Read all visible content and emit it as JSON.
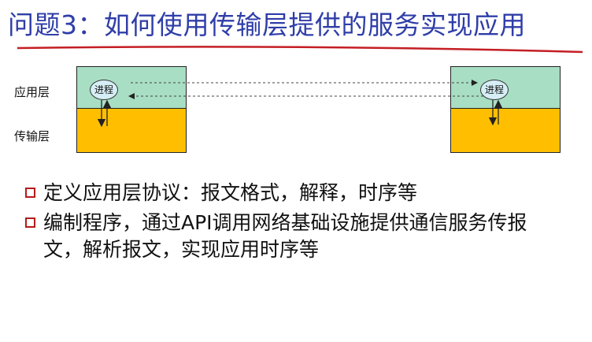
{
  "title": "问题3：如何使用传输层提供的服务实现应用",
  "colors": {
    "title": "#2f3ea8",
    "underline": "#c41e24",
    "application_layer": "#a8dec4",
    "transport_layer": "#ffbf00",
    "bullet": "#b31b1b"
  },
  "diagram": {
    "left_labels": {
      "application": "应用层",
      "transport": "传输层"
    },
    "left_stack": {
      "process_label": "进程"
    },
    "right_stack": {
      "process_label": "进程"
    }
  },
  "bullets": [
    "定义应用层协议：报文格式，解释，时序等",
    "编制程序，通过API调用网络基础设施提供通信服务传报文，解析报文，实现应用时序等"
  ]
}
